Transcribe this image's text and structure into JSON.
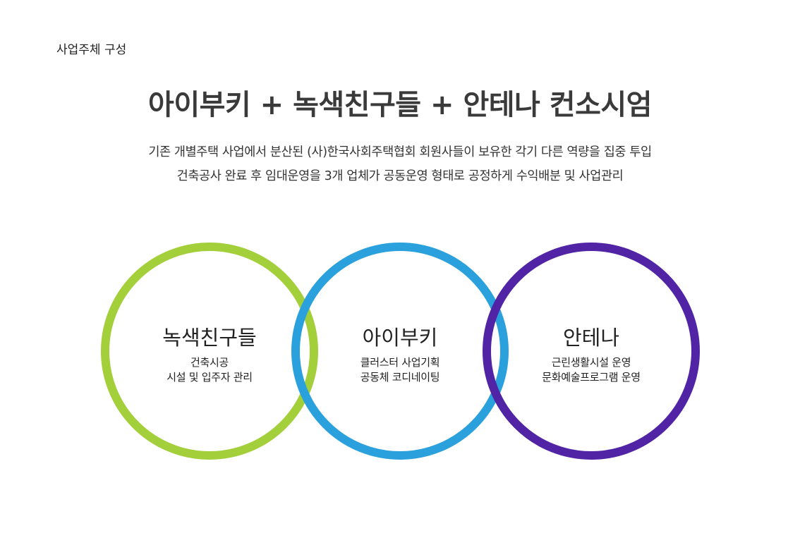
{
  "header": {
    "section_label": "사업주체 구성",
    "title": "아이부키 + 녹색친구들 + 안테나 컨소시엄",
    "description_lines": [
      "기존 개별주택 사업에서 분산된 (사)한국사회주택협회 회원사들이 보유한 각기 다른 역량을 집중 투입",
      "건축공사 완료 후 임대운영을 3개 업체가 공동운영 형태로 공정하게 수익배분 및 사업관리"
    ]
  },
  "circles": [
    {
      "name": "녹색친구들",
      "lines": [
        "건축시공",
        "시설 및 입주자 관리"
      ],
      "color": "#a3cf3a"
    },
    {
      "name": "아이부키",
      "lines": [
        "클러스터 사업기획",
        "공동체 코디네이팅"
      ],
      "color": "#2aa0dd"
    },
    {
      "name": "안테나",
      "lines": [
        "근린생활시설 운영",
        "문화예술프로그램 운영"
      ],
      "color": "#5124a6"
    }
  ]
}
